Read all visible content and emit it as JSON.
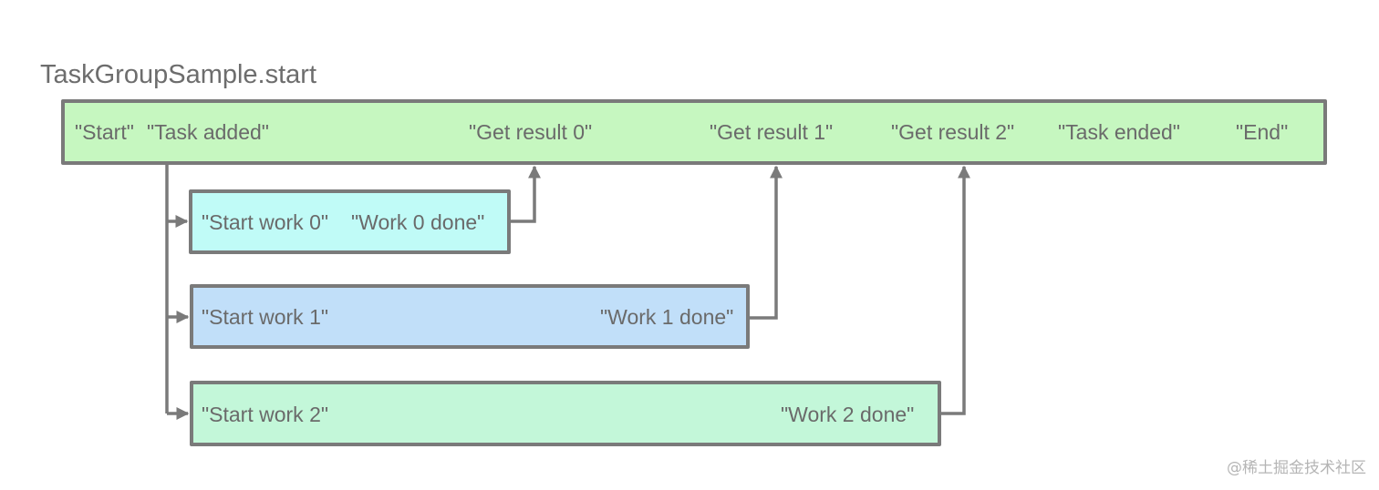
{
  "title": "TaskGroupSample.start",
  "main": {
    "labels": [
      "\"Start\"",
      "\"Task added\"",
      "\"Get result 0\"",
      "\"Get result 1\"",
      "\"Get result 2\"",
      "\"Task ended\"",
      "\"End\""
    ]
  },
  "tasks": [
    {
      "start": "\"Start work 0\"",
      "done": "\"Work 0 done\"",
      "color": "#c0fbf7"
    },
    {
      "start": "\"Start work 1\"",
      "done": "\"Work 1 done\"",
      "color": "#c1dff9"
    },
    {
      "start": "\"Start work 2\"",
      "done": "\"Work 2 done\"",
      "color": "#c3f7d9"
    }
  ],
  "colors": {
    "main_fill": "#c6f7c0",
    "border": "#7a7a7a",
    "text": "#6a6a6a"
  },
  "watermark": "@稀土掘金技术社区"
}
